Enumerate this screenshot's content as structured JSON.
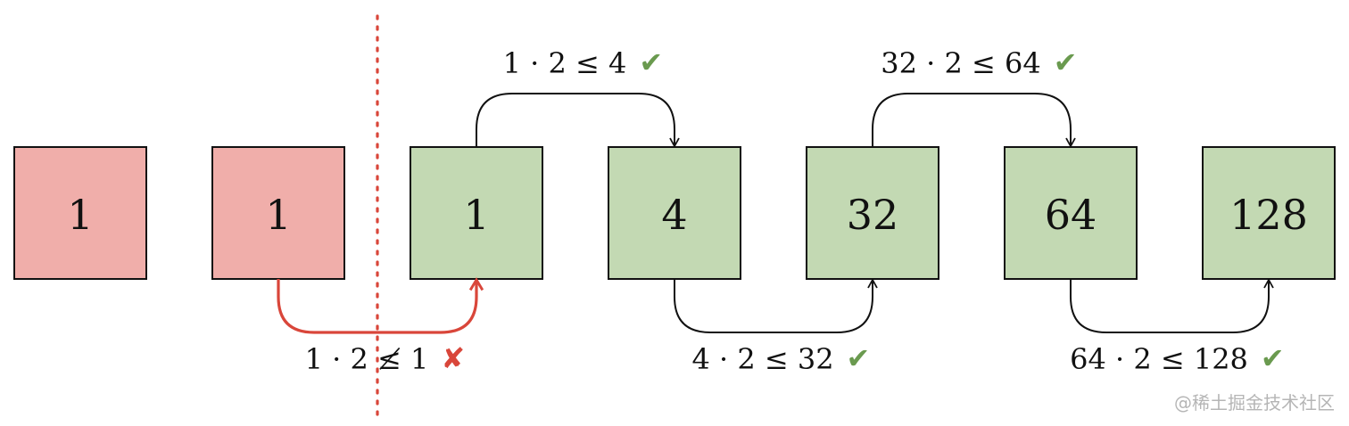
{
  "boxes": [
    {
      "label": "1",
      "state": "rejected"
    },
    {
      "label": "1",
      "state": "rejected"
    },
    {
      "label": "1",
      "state": "accepted"
    },
    {
      "label": "4",
      "state": "accepted"
    },
    {
      "label": "32",
      "state": "accepted"
    },
    {
      "label": "64",
      "state": "accepted"
    },
    {
      "label": "128",
      "state": "accepted"
    }
  ],
  "comparisons": [
    {
      "from": 1,
      "to": 2,
      "side": "bottom",
      "text": "1 · 2 ≰ 1",
      "ok": false
    },
    {
      "from": 2,
      "to": 3,
      "side": "top",
      "text": "1 · 2 ≤ 4",
      "ok": true
    },
    {
      "from": 3,
      "to": 4,
      "side": "bottom",
      "text": "4 · 2 ≤ 32",
      "ok": true
    },
    {
      "from": 4,
      "to": 5,
      "side": "top",
      "text": "32 · 2 ≤ 64",
      "ok": true
    },
    {
      "from": 5,
      "to": 6,
      "side": "bottom",
      "text": "64 · 2 ≤ 128",
      "ok": true
    }
  ],
  "marks": {
    "ok": "✔",
    "fail": "✘"
  },
  "colors": {
    "rejected_fill": "#f0aeaa",
    "accepted_fill": "#c3d9b3",
    "box_stroke": "#111111",
    "arrow_default": "#111111",
    "arrow_fail": "#d9463a",
    "check": "#6a9a4f",
    "cross": "#d9463a",
    "divider": "#d9463a"
  },
  "watermark": "@稀土掘金技术社区"
}
